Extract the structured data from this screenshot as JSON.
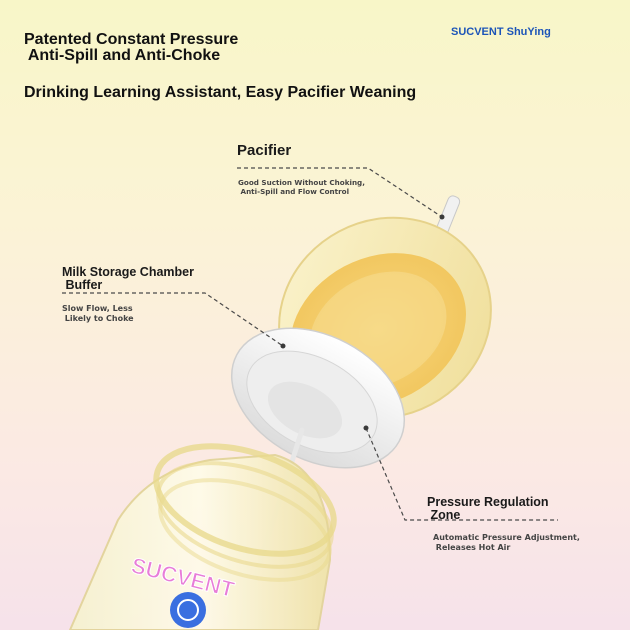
{
  "headline": {
    "line1": "Patented Constant Pressure",
    "line2": " Anti-Spill and Anti-Choke",
    "line3": "Drinking Learning Assistant, Easy Pacifier Weaning"
  },
  "brand": "SUCVENT ShuYing",
  "callouts": {
    "pacifier": {
      "title": "Pacifier",
      "desc": "Good Suction Without Choking,\n Anti-Spill and Flow Control"
    },
    "chamber": {
      "title": "Milk Storage Chamber\n Buffer",
      "desc": "Slow Flow, Less\n Likely to Choke"
    },
    "regulation": {
      "title": "Pressure Regulation\n Zone",
      "desc": "Automatic Pressure Adjustment,\n Releases Hot Air"
    }
  },
  "logo_text": "SUCVENT",
  "colors": {
    "cap": "#f6e9a8",
    "valve": "#f4f4f4",
    "brand": "#1c55b8",
    "logo_pink": "#e87dd8",
    "logo_blue": "#3a6fe0"
  }
}
